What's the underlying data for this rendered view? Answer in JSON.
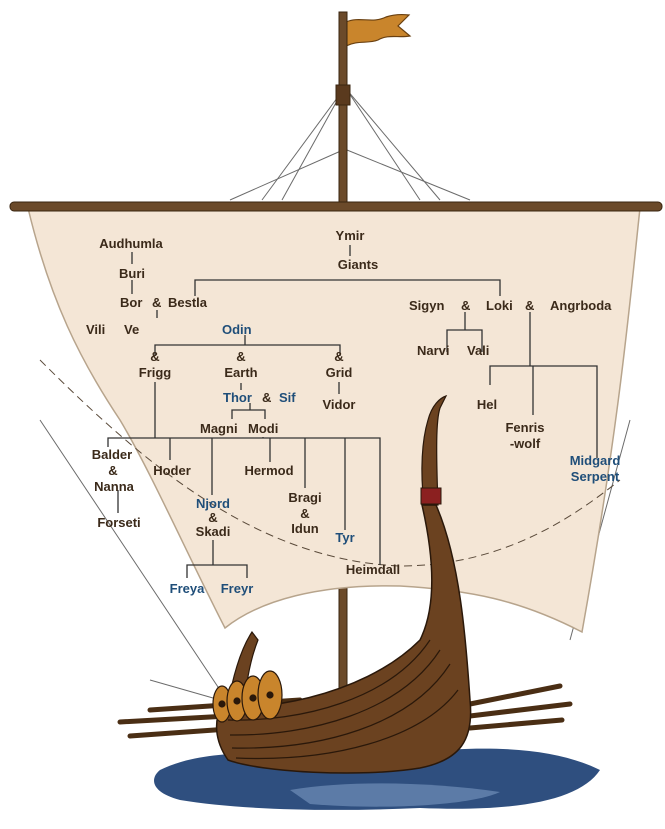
{
  "colors": {
    "sail": "#f4e6d6",
    "wood": "#5a3a1e",
    "hull_dark": "#3e2410",
    "flag": "#c9852c",
    "water": "#2f4f7f",
    "text_brown": "#3b2a1a",
    "text_blue": "#1f4e79"
  },
  "tree": {
    "audhumla": "Audhumla",
    "buri": "Buri",
    "bor": "Bor",
    "amp_bor": "&",
    "bestla": "Bestla",
    "vili": "Vili",
    "ve": "Ve",
    "odin": "Odin",
    "ymir": "Ymir",
    "giants": "Giants",
    "sigyn": "Sigyn",
    "amp_sigyn": "&",
    "loki": "Loki",
    "amp_loki": "&",
    "angrboda": "Angrboda",
    "narvi": "Narvi",
    "vali": "Vali",
    "amp_frigg": "&",
    "frigg": "Frigg",
    "amp_earth": "&",
    "earth": "Earth",
    "amp_grid": "&",
    "grid": "Grid",
    "thor": "Thor",
    "amp_thor": "&",
    "sif": "Sif",
    "vidor": "Vidor",
    "magni": "Magni",
    "modi": "Modi",
    "hel": "Hel",
    "fenris_1": "Fenris",
    "fenris_2": "-wolf",
    "midgard_1": "Midgard",
    "midgard_2": "Serpent",
    "balder": "Balder",
    "amp_balder": "&",
    "nanna": "Nanna",
    "hoder": "Hoder",
    "hermod": "Hermod",
    "forseti": "Forseti",
    "njord": "Njord",
    "amp_njord": "&",
    "skadi": "Skadi",
    "bragi": "Bragi",
    "amp_bragi": "&",
    "idun": "Idun",
    "tyr": "Tyr",
    "heimdall": "Heimdall",
    "freya": "Freya",
    "freyr": "Freyr"
  }
}
